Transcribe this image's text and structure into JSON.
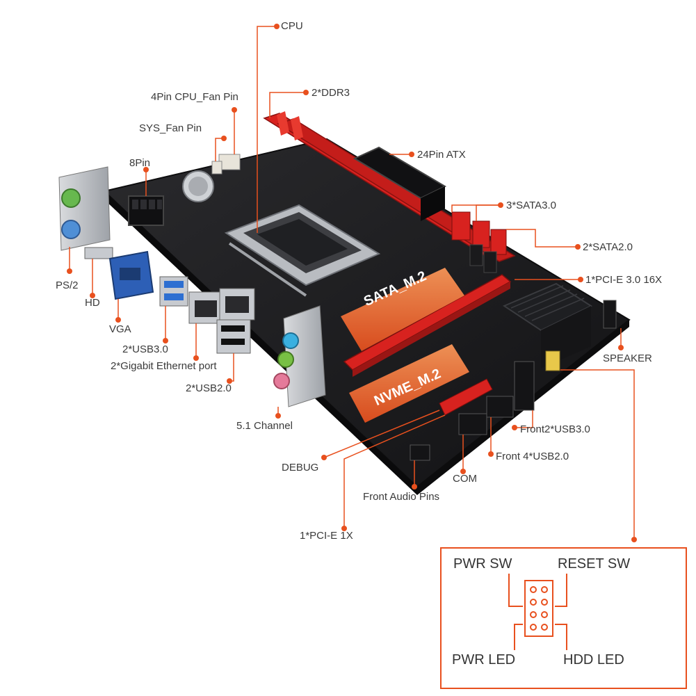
{
  "labels": {
    "cpu": "CPU",
    "cpu_fan": "4Pin CPU_Fan Pin",
    "sys_fan": "SYS_Fan Pin",
    "ddr3": "2*DDR3",
    "pin8": "8Pin",
    "atx24": "24Pin ATX",
    "sata3": "3*SATA3.0",
    "sata2": "2*SATA2.0",
    "pcie16": "1*PCI-E 3.0 16X",
    "speaker": "SPEAKER",
    "ps2": "PS/2",
    "hd": "HD",
    "vga": "VGA",
    "usb30": "2*USB3.0",
    "ethernet": "2*Gigabit Ethernet port",
    "usb20": "2*USB2.0",
    "audio51": "5.1 Channel",
    "debug": "DEBUG",
    "com": "COM",
    "front_usb3": "Front2*USB3.0",
    "front_usb2": "Front 4*USB2.0",
    "front_audio": "Front Audio Pins",
    "pcie1": "1*PCI-E 1X",
    "sata_m2": "SATA_M.2",
    "nvme_m2": "NVME_M.2"
  },
  "panel_header": {
    "pwr_sw": "PWR SW",
    "reset_sw": "RESET SW",
    "pwr_led": "PWR LED",
    "hdd_led": "HDD  LED"
  },
  "colors": {
    "accent": "#e8501e",
    "board": "#1b1b1d",
    "slot_red": "#d8221f",
    "label_text": "#3a3a3a"
  }
}
